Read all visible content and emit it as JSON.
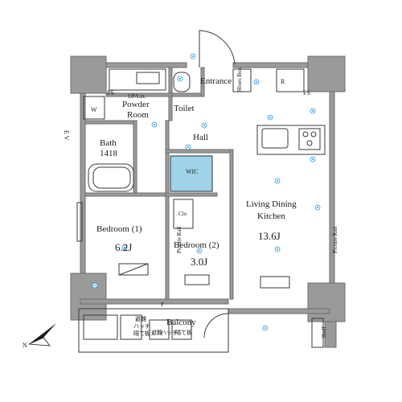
{
  "rooms": {
    "entrance": "Entrance",
    "shoes_box": "Shoes Box",
    "toilet": "Toilet",
    "powder_room_line1": "Powder",
    "powder_room_line2": "Room",
    "up_lin": "UP/Lin.",
    "bath": "Bath",
    "bath_size": "1418",
    "hall": "Hall",
    "wic": "WIC",
    "clo": "Clo",
    "bedroom1": "Bedroom (1)",
    "bedroom1_area": "6.2J",
    "bedroom2": "Bedroom (2)",
    "bedroom2_area": "3.0J",
    "ldk_line1": "Living Dining",
    "ldk_line2": "Kitchen",
    "ldk_area": "13.6J",
    "balcony": "Balcony",
    "shelf": "Shelf",
    "w_mark": "W",
    "r_mark": "R",
    "ps1": "PS",
    "ps2": "PS",
    "ev": "E V",
    "p_mark": "P",
    "picture_rail_1": "Picture Rail",
    "picture_rail_2": "Picture Rail",
    "north_label": "N",
    "balcony_jp_1": "避難",
    "balcony_jp_2": "ハッチ",
    "balcony_jp_3": "隔て板",
    "balcony_jp_4": "避難",
    "balcony_jp_5": "ハッチ",
    "balcony_jp_6": "隔て板"
  },
  "colors": {
    "wall": "#9a9a9a",
    "line": "#3a3a3a",
    "wic_fill": "#9fd3ea",
    "device": "#2a8fd0"
  }
}
